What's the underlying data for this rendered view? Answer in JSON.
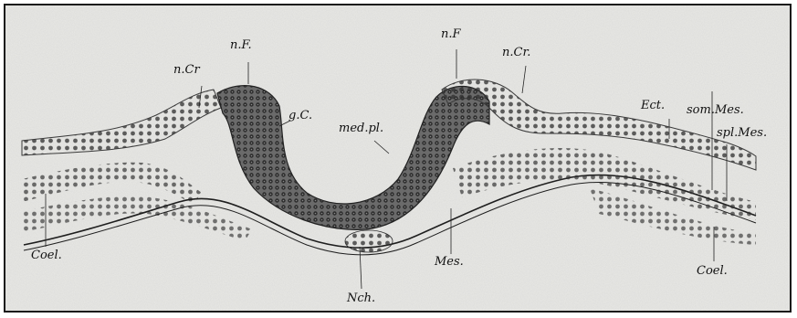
{
  "image": {
    "kind": "histological section illustration",
    "colors": {
      "background": "#e9e9e6",
      "frame": "#1a1a1a",
      "cells": "#2e2e2e",
      "neural_plate": "#6f6f6f",
      "labels": "#111111"
    },
    "labels": {
      "n_cr_left": "n.Cr",
      "n_f_left": "n.F.",
      "g_c": "g.C.",
      "n_f_right": "n.F",
      "n_cr_right": "n.Cr.",
      "med_pl": "med.pl.",
      "ect": "Ect.",
      "som_mes": "som.Mes.",
      "spl_mes": "spl.Mes.",
      "coel_left": "Coel.",
      "n_ch": "Nch.",
      "mes": "Mes.",
      "coel_right": "Coel."
    }
  }
}
